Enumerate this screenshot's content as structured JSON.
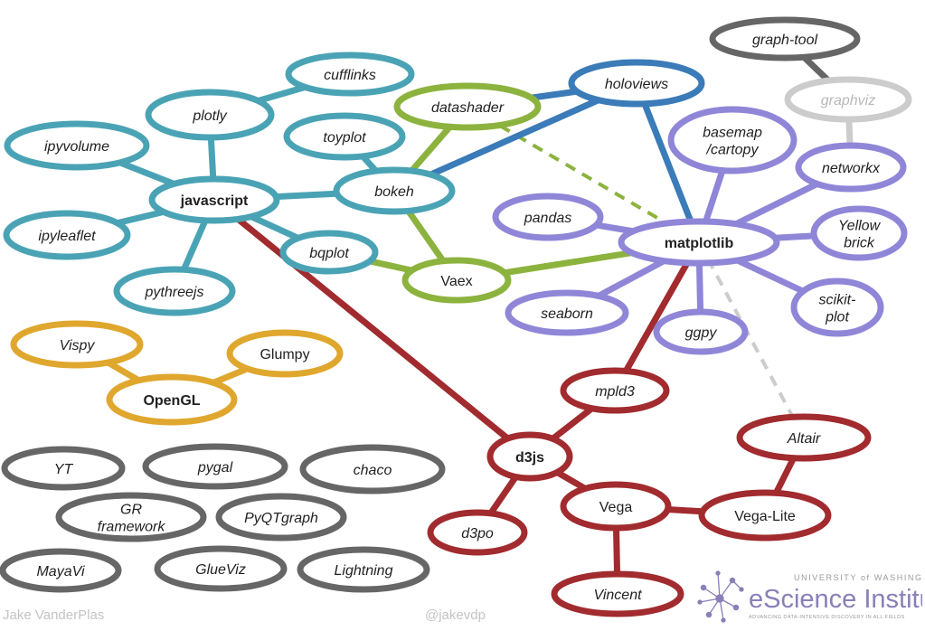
{
  "colors": {
    "teal": "#4aa3b5",
    "green": "#8cb33e",
    "blue": "#3a7bb8",
    "purple": "#8f86d8",
    "darkred": "#a12b2e",
    "orange": "#e0a72e",
    "gray": "#666666",
    "lightgray": "#cccccc"
  },
  "nodes": {
    "cufflinks": {
      "label": "cufflinks",
      "color": "teal"
    },
    "plotly": {
      "label": "plotly",
      "color": "teal"
    },
    "ipyvolume": {
      "label": "ipyvolume",
      "color": "teal"
    },
    "toyplot": {
      "label": "toyplot",
      "color": "teal"
    },
    "javascript": {
      "label": "javascript",
      "color": "teal"
    },
    "bokeh": {
      "label": "bokeh",
      "color": "teal"
    },
    "ipyleaflet": {
      "label": "ipyleaflet",
      "color": "teal"
    },
    "bqplot": {
      "label": "bqplot",
      "color": "teal"
    },
    "pythreejs": {
      "label": "pythreejs",
      "color": "teal"
    },
    "datashader": {
      "label": "datashader",
      "color": "green"
    },
    "vaex": {
      "label": "Vaex",
      "color": "green"
    },
    "holoviews": {
      "label": "holoviews",
      "color": "blue"
    },
    "graphtool": {
      "label": "graph-tool",
      "color": "gray"
    },
    "graphviz": {
      "label": "graphviz",
      "color": "lightgray"
    },
    "basemap": {
      "label": "basemap\n/cartopy",
      "color": "purple"
    },
    "networkx": {
      "label": "networkx",
      "color": "purple"
    },
    "pandas": {
      "label": "pandas",
      "color": "purple"
    },
    "matplotlib": {
      "label": "matplotlib",
      "color": "purple"
    },
    "yellowbrick": {
      "label": "Yellow\nbrick",
      "color": "purple"
    },
    "seaborn": {
      "label": "seaborn",
      "color": "purple"
    },
    "ggpy": {
      "label": "ggpy",
      "color": "purple"
    },
    "scikitplot": {
      "label": "scikit-\nplot",
      "color": "purple"
    },
    "vispy": {
      "label": "Vispy",
      "color": "orange"
    },
    "glumpy": {
      "label": "Glumpy",
      "color": "orange"
    },
    "opengl": {
      "label": "OpenGL",
      "color": "orange"
    },
    "mpld3": {
      "label": "mpld3",
      "color": "darkred"
    },
    "altair": {
      "label": "Altair",
      "color": "darkred"
    },
    "d3js": {
      "label": "d3js",
      "color": "darkred"
    },
    "vega": {
      "label": "Vega",
      "color": "darkred"
    },
    "vegalite": {
      "label": "Vega-Lite",
      "color": "darkred"
    },
    "d3po": {
      "label": "d3po",
      "color": "darkred"
    },
    "vincent": {
      "label": "Vincent",
      "color": "darkred"
    },
    "yt": {
      "label": "YT",
      "color": "gray"
    },
    "pygal": {
      "label": "pygal",
      "color": "gray"
    },
    "chaco": {
      "label": "chaco",
      "color": "gray"
    },
    "grframework": {
      "label": "GR\nframework",
      "color": "gray"
    },
    "pyqtgraph": {
      "label": "PyQTgraph",
      "color": "gray"
    },
    "mayavi": {
      "label": "MayaVi",
      "color": "gray"
    },
    "glueviz": {
      "label": "GlueViz",
      "color": "gray"
    },
    "lightning": {
      "label": "Lightning",
      "color": "gray"
    }
  },
  "edges": [
    {
      "from": "javascript",
      "to": "plotly",
      "color": "teal"
    },
    {
      "from": "plotly",
      "to": "cufflinks",
      "color": "teal"
    },
    {
      "from": "javascript",
      "to": "ipyvolume",
      "color": "teal"
    },
    {
      "from": "javascript",
      "to": "ipyleaflet",
      "color": "teal"
    },
    {
      "from": "javascript",
      "to": "pythreejs",
      "color": "teal"
    },
    {
      "from": "javascript",
      "to": "bokeh",
      "color": "teal"
    },
    {
      "from": "javascript",
      "to": "bqplot",
      "color": "teal"
    },
    {
      "from": "bokeh",
      "to": "toyplot",
      "color": "teal"
    },
    {
      "from": "javascript",
      "to": "d3js",
      "color": "darkred"
    },
    {
      "from": "bokeh",
      "to": "datashader",
      "color": "green"
    },
    {
      "from": "bokeh",
      "to": "vaex",
      "color": "green"
    },
    {
      "from": "bqplot",
      "to": "vaex",
      "color": "green"
    },
    {
      "from": "vaex",
      "to": "matplotlib",
      "color": "green"
    },
    {
      "from": "datashader",
      "to": "matplotlib",
      "color": "green",
      "dashed": true
    },
    {
      "from": "bokeh",
      "to": "holoviews",
      "color": "blue"
    },
    {
      "from": "datashader",
      "to": "holoviews",
      "color": "blue"
    },
    {
      "from": "holoviews",
      "to": "matplotlib",
      "color": "blue"
    },
    {
      "from": "graphtool",
      "to": "graphviz",
      "color": "gray"
    },
    {
      "from": "graphviz",
      "to": "networkx",
      "color": "lightgray"
    },
    {
      "from": "matplotlib",
      "to": "basemap",
      "color": "purple"
    },
    {
      "from": "matplotlib",
      "to": "networkx",
      "color": "purple"
    },
    {
      "from": "matplotlib",
      "to": "pandas",
      "color": "purple"
    },
    {
      "from": "matplotlib",
      "to": "yellowbrick",
      "color": "purple"
    },
    {
      "from": "matplotlib",
      "to": "seaborn",
      "color": "purple"
    },
    {
      "from": "matplotlib",
      "to": "ggpy",
      "color": "purple"
    },
    {
      "from": "matplotlib",
      "to": "scikitplot",
      "color": "purple"
    },
    {
      "from": "matplotlib",
      "to": "mpld3",
      "color": "darkred"
    },
    {
      "from": "matplotlib",
      "to": "altair",
      "color": "lightgray",
      "dashed": true
    },
    {
      "from": "vispy",
      "to": "opengl",
      "color": "orange"
    },
    {
      "from": "glumpy",
      "to": "opengl",
      "color": "orange"
    },
    {
      "from": "mpld3",
      "to": "d3js",
      "color": "darkred"
    },
    {
      "from": "d3js",
      "to": "d3po",
      "color": "darkred"
    },
    {
      "from": "d3js",
      "to": "vega",
      "color": "darkred"
    },
    {
      "from": "vega",
      "to": "vegalite",
      "color": "darkred"
    },
    {
      "from": "vega",
      "to": "vincent",
      "color": "darkred"
    },
    {
      "from": "vegalite",
      "to": "altair",
      "color": "darkred"
    }
  ],
  "footer": {
    "author": "Jake VanderPlas",
    "handle": "@jakevdp"
  },
  "logo": {
    "university": "UNIVERSITY of WASHINGTON",
    "name": "eScience Institute",
    "tagline": "ADVANCING DATA-INTENSIVE DISCOVERY IN ALL FIELDS"
  }
}
